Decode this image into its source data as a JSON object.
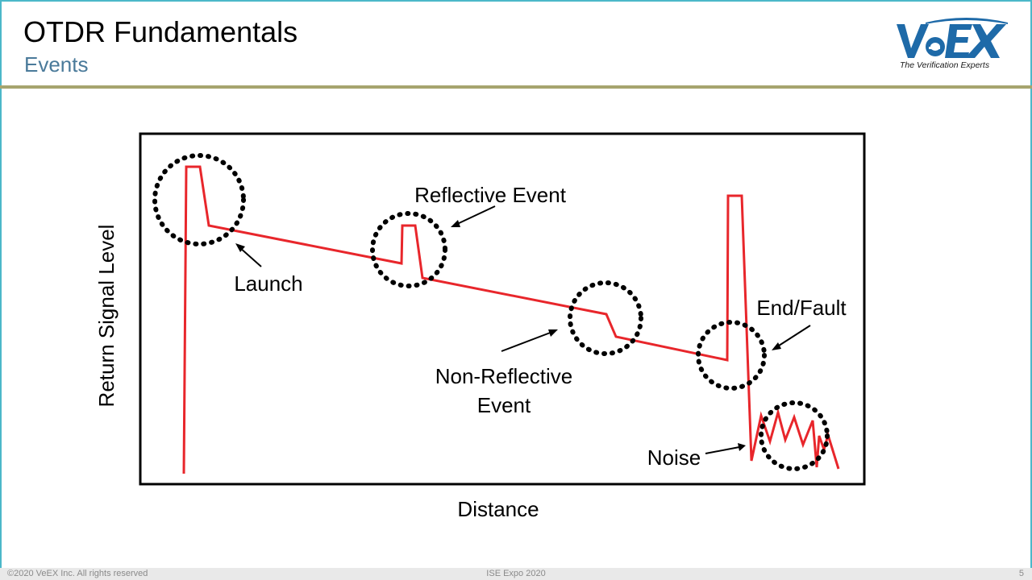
{
  "header": {
    "title": "OTDR Fundamentals",
    "subtitle": "Events"
  },
  "logo": {
    "brand": "VeEX",
    "tagline": "The Verification Experts"
  },
  "diagram": {
    "y_axis_label": "Return Signal Level",
    "x_axis_label": "Distance",
    "annotations": {
      "launch": "Launch",
      "reflective_event": "Reflective Event",
      "non_reflective_line1": "Non-Reflective",
      "non_reflective_line2": "Event",
      "end_fault": "End/Fault",
      "noise": "Noise"
    },
    "colors": {
      "trace": "#e8262b",
      "circle": "#000000",
      "frame": "#000000"
    }
  },
  "footer": {
    "copyright": "©2020 VeEX Inc. All rights reserved",
    "event": "ISE Expo 2020",
    "page_number": "5"
  }
}
